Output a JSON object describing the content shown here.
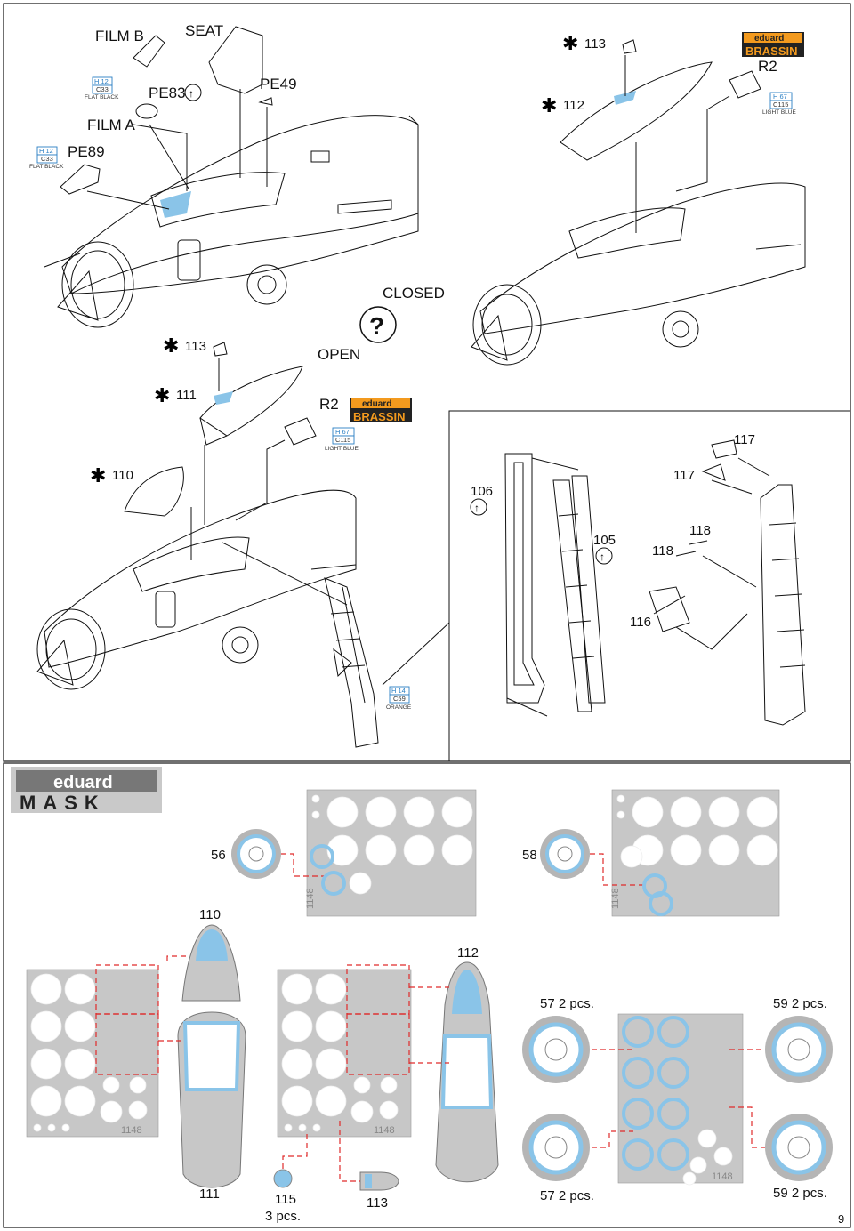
{
  "labels": {
    "film_b": "FILM B",
    "seat": "SEAT",
    "pe83": "PE83",
    "pe49": "PE49",
    "film_a": "FILM A",
    "pe89": "PE89",
    "p113_top": "113",
    "p112": "112",
    "r2_top": "R2",
    "closed": "CLOSED",
    "p113_mid": "113",
    "open": "OPEN",
    "p111": "111",
    "r2_mid": "R2",
    "p110": "110",
    "p106": "106",
    "p105": "105",
    "p117a": "117",
    "p117b": "117",
    "p118a": "118",
    "p118b": "118",
    "p116": "116",
    "question": "?"
  },
  "paints": {
    "flat_black": {
      "h": "H 12",
      "c": "C33",
      "name": "FLAT BLACK"
    },
    "light_blue": {
      "h": "H 67",
      "c": "C115",
      "name": "LIGHT BLUE"
    },
    "orange": {
      "h": "H 14",
      "c": "C59",
      "name": "ORANGE"
    }
  },
  "brassin": {
    "top": "eduard",
    "bottom": "BRASSIN"
  },
  "mask_logo": {
    "top": "eduard",
    "bottom": "MASK"
  },
  "mask": {
    "m56": "56",
    "m58": "58",
    "m110": "110",
    "m111": "111",
    "m112": "112",
    "m115": "115",
    "m115_qty": "3 pcs.",
    "m113": "113",
    "m57a": "57  2 pcs.",
    "m57b": "57  2 pcs.",
    "m59a": "59  2 pcs.",
    "m59b": "59  2 pcs.",
    "sheet_code": "1148"
  },
  "page_number": "9",
  "colors": {
    "mask_blue": "#8ac4e8",
    "lead_red": "#e02b2b",
    "mask_sheet": "#c7c7c7",
    "paint_blue": "#2b7fc4"
  }
}
